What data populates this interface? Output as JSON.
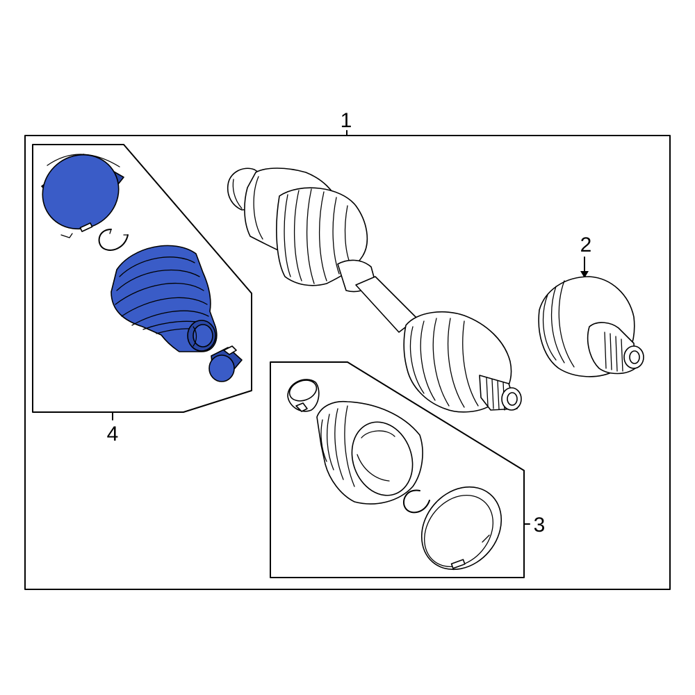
{
  "callouts": {
    "assembly": "1",
    "joint": "2",
    "inner_boot_kit": "3",
    "outer_boot_kit": "4"
  },
  "colors": {
    "highlight": "#3a5cc7",
    "highlight_dark": "#2a48a8",
    "line": "#000000",
    "background": "#ffffff"
  }
}
